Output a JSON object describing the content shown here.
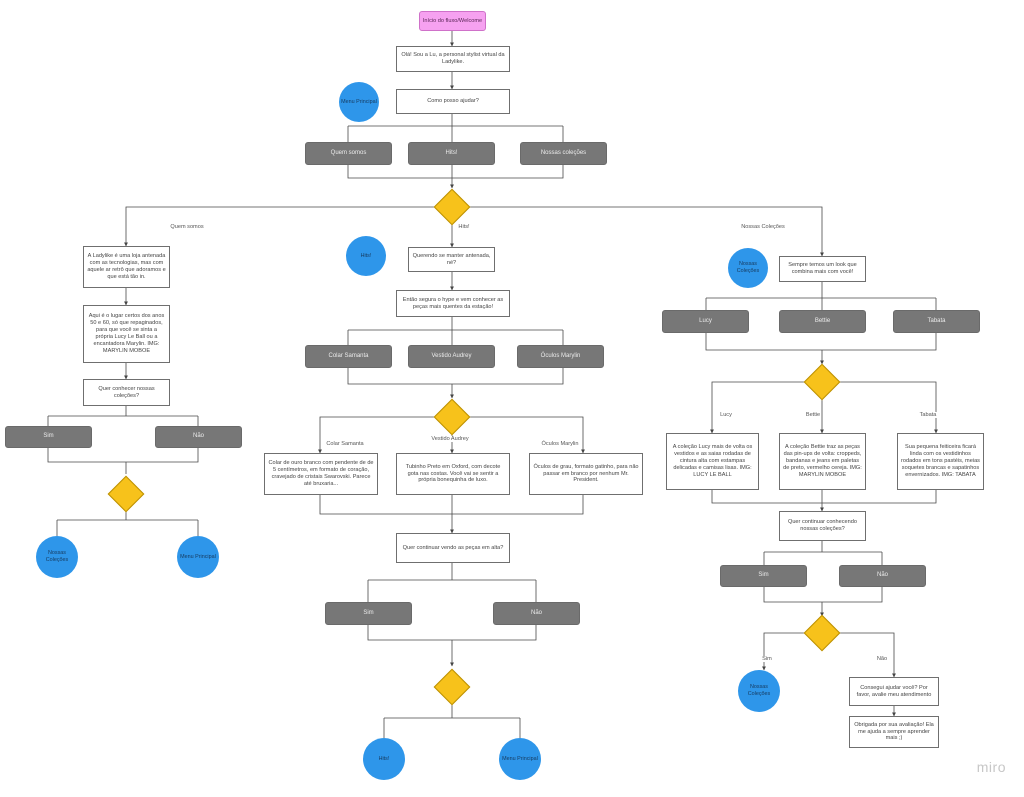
{
  "diagram": {
    "start": "Início do fluxo/Welcome",
    "intro": "Olá! Sou a Lu, a personal stylist virtual da Ladylike.",
    "help": "Como posso ajudar?",
    "main_menu": "Menu Principal",
    "main_options": [
      "Quem somos",
      "Hits!",
      "Nossas coleções"
    ],
    "edge_labels": {
      "quem_somos": "Quem somos",
      "hits": "Hits!",
      "colecoes": "Nossas Coleções",
      "colar": "Colar Samanta",
      "vestido": "Vestido Audrey",
      "oculos": "Óculos Marylin",
      "lucy": "Lucy",
      "bettie": "Bettie",
      "tabata": "Tabata",
      "sim": "Sim",
      "nao": "Não"
    },
    "quem": {
      "p1": "A Ladylike é uma loja antenada com as tecnologias, mas com aquele ar retrô que adoramos e que está tão in.",
      "p2": "Aqui é o lugar certos dos anos 50 e 60, só que repaginados, para que você se sinta a própria Lucy Le Ball ou a encantadora Marylin. IMG: MARYLIN MOBOE",
      "question": "Quer conhecer nossas coleções?",
      "sim": "Sim",
      "nao": "Não",
      "end1": "Nossas Coleções",
      "end2": "Menu Principal"
    },
    "hits": {
      "circle": "Hits!",
      "q1": "Querendo se manter antenada, né?",
      "q2": "Então segura o hype e vem conhecer as peças mais quentes da estação!",
      "options": [
        "Colar Samanta",
        "Vestido Audrey",
        "Óculos Marylin"
      ],
      "d1": "Colar de ouro branco com pendente de de 5 centímetros, em formato de coração, cravejado de cristais Swarovski. Parece até bruxaria...",
      "d2": "Tubinho Preto em Oxford, com decote gota nas costas. Você vai se sentir a própria bonequinha de luxo.",
      "d3": "Óculos de grau, formato gatinho, para não passar em branco por nenhum Mr. President.",
      "question": "Quer continuar vendo as peças em alta?",
      "sim": "Sim",
      "nao": "Não",
      "end1": "Hits!",
      "end2": "Menu Principal"
    },
    "col": {
      "circle": "Nossas Coleções",
      "q1": "Sempre temos um look que combina mais com você!",
      "options": [
        "Lucy",
        "Bettie",
        "Tabata"
      ],
      "d1": "A coleção Lucy mais de volta os vestidos e as saias rodadas de cintura alta com estampas delicadas e camisas lisas. IMG: LUCY LE BALL",
      "d2": "A coleção Bettie traz as peças das pin-ups de volta: croppeds, bandanas e jeans em paletas de preto, vermelho cereja. IMG: MARYLIN MOBOE",
      "d3": "Sua pequena feiticeira ficará linda com os vestidinhos rodados em tons pastéis, meias soquetes brancas e sapatinhos envernizados. IMG: TABATA",
      "question": "Quer continuar conhecendo nossas coleções?",
      "sim": "Sim",
      "nao": "Não",
      "end1": "Nossas Coleções",
      "feedback": "Consegui ajudar você? Por favor, avalie meu atendimento",
      "thanks": "Obrigada por sua avaliação! Ela me ajuda a sempre aprender mais ;)"
    },
    "colors": {
      "accent_pink": "#f6a1f0",
      "decision": "#f7c21b",
      "terminal": "#2e96ea",
      "option": "#777777"
    }
  },
  "watermark": "miro"
}
